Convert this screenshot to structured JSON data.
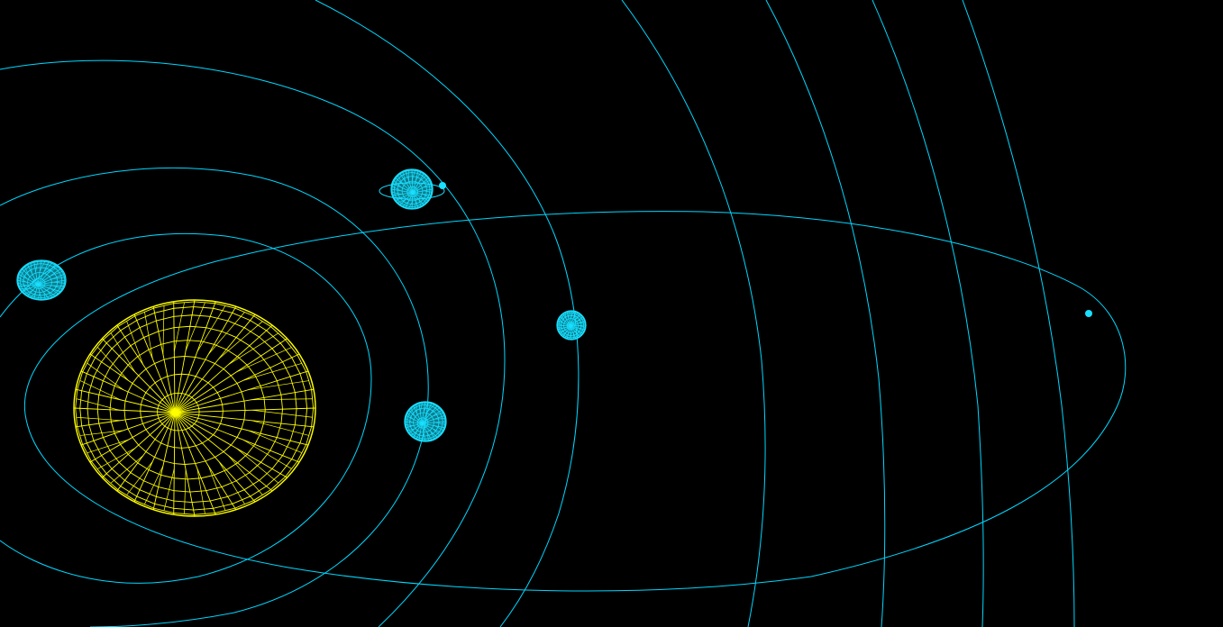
{
  "scene": {
    "background_color": "#000000",
    "orbit_color": "#00d8ff",
    "planet_color": "#19e0ff",
    "sun_color": "#ffff00",
    "planet_count": 5,
    "orbit_count": 10,
    "render_style": "wireframe"
  }
}
